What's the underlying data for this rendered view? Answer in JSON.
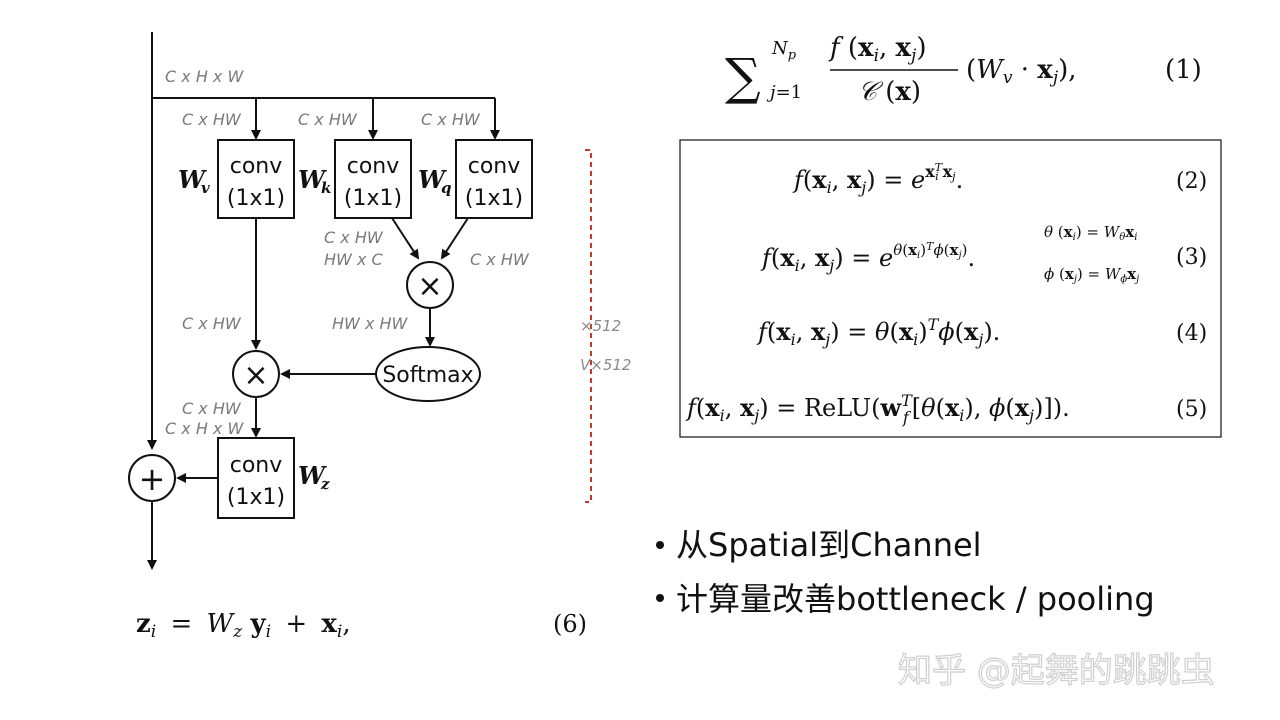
{
  "diagram": {
    "dims": {
      "input": "C x H x W",
      "v_in": "C x HW",
      "k_in": "C x HW",
      "q_in": "C x HW",
      "k_out1": "C x HW",
      "k_out2": "HW x C",
      "q_out": "C x HW",
      "v_out": "C x HW",
      "attn": "HW x HW",
      "y_out1": "C x HW",
      "y_out2": "C x H x W"
    },
    "conv_line1": "conv",
    "conv_line2": "(1x1)",
    "softmax": "Softmax",
    "times": "×",
    "plus": "+",
    "w_v": "W",
    "w_v_sub": "v",
    "w_k": "W",
    "w_k_sub": "k",
    "w_q": "W",
    "w_q_sub": "q",
    "w_z": "W",
    "w_z_sub": "z",
    "ghost1": "×512",
    "ghost2": "V×512"
  },
  "equations": {
    "eq1_no": "(1)",
    "eq2_no": "(2)",
    "eq3_no": "(3)",
    "eq4_no": "(4)",
    "eq5_no": "(5)",
    "eq6_no": "(6)"
  },
  "bullets": [
    "从Spatial到Channel",
    "计算量改善bottleneck / pooling"
  ],
  "watermark": "知乎 @起舞的跳跳虫",
  "colors": {
    "dashed_line": "#c0392b",
    "label_gray": "#7a7a7a"
  }
}
